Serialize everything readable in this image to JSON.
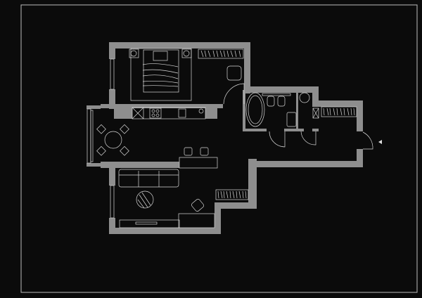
{
  "colors": {
    "background": "#0b0b0b",
    "wall": "#8e8e8e",
    "line": "#d8d8d8",
    "frame": "#bdbdbd"
  },
  "rooms": [
    "bedroom",
    "kitchen-dining",
    "living-room",
    "bathroom",
    "wc",
    "hallway"
  ]
}
